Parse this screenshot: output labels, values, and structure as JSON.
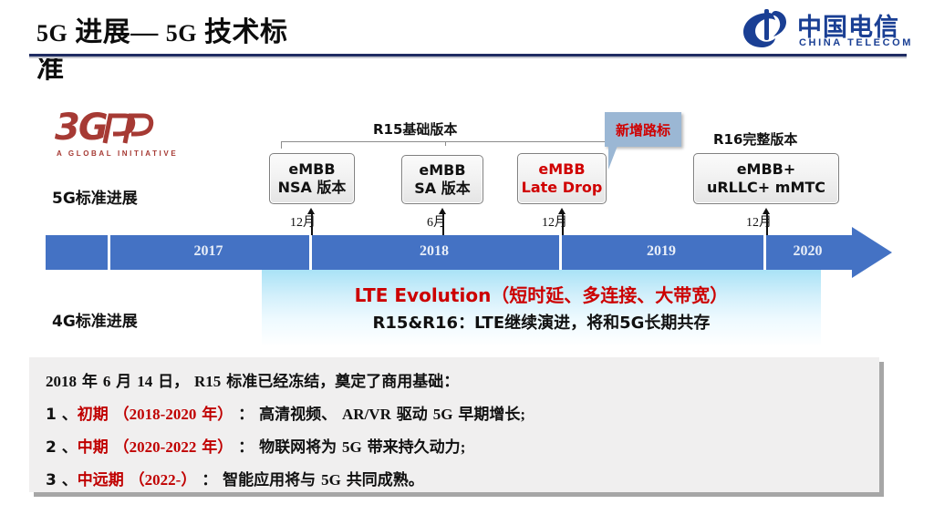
{
  "header": {
    "title_line1_a": "5G",
    "title_line1_b": " 进展— ",
    "title_line1_c": "5G",
    "title_line1_d": " 技术标",
    "title_line2": "准",
    "logo_cn": "中国电信",
    "logo_en": "CHINA TELECOM",
    "rule_color": "#1f2c63"
  },
  "gpp_logo": {
    "mark": "3G",
    "tagline": "A GLOBAL INITIATIVE"
  },
  "labels": {
    "five_g": "5G标准进展",
    "four_g": "4G标准进展"
  },
  "groups": {
    "r15_title": "R15基础版本",
    "r16_title": "R16完整版本"
  },
  "callout": {
    "text": "新增路标",
    "fill": "#9bb7d4",
    "text_color": "#d00000"
  },
  "milestones": [
    {
      "line1": "eMBB",
      "line2": "NSA 版本",
      "month": "12月",
      "highlight": false
    },
    {
      "line1": "eMBB",
      "line2": "SA 版本",
      "month": "6月",
      "highlight": false
    },
    {
      "line1": "eMBB",
      "line2": "Late Drop",
      "month": "12月",
      "highlight": true
    },
    {
      "line1": "eMBB+",
      "line2": "uRLLC+ mMTC",
      "month": "12月",
      "highlight": false
    }
  ],
  "timeline": {
    "bar_color": "#4472c4",
    "years": [
      "2017",
      "2018",
      "2019",
      "2020"
    ]
  },
  "lte": {
    "line1": "LTE Evolution（短时延、多连接、大带宽）",
    "line2": "R15&R16：LTE继续演进，将和5G长期共存",
    "line1_color": "#cc0000"
  },
  "note": {
    "line0_a": "2018",
    "line0_b": " 年 ",
    "line0_c": "6",
    "line0_d": " 月 ",
    "line0_e": "14",
    "line0_f": " 日，  ",
    "line0_g": "R15",
    "line0_h": " 标准已经冻结，奠定了商用基础：",
    "line1_num": "1 、",
    "line1_key": "初期 （",
    "line1_years": "2018-2020",
    "line1_key2": " 年）",
    "line1_rest_a": " ： 高清视频、  ",
    "line1_rest_b": "AR/VR",
    "line1_rest_c": " 驱动 ",
    "line1_rest_d": "5G",
    "line1_rest_e": " 早期增长",
    "line1_rest_f": ";",
    "line2_num": "2 、",
    "line2_key": "中期 （",
    "line2_years": "2020-2022",
    "line2_key2": " 年）",
    "line2_rest_a": " ： 物联网将为 ",
    "line2_rest_b": "5G",
    "line2_rest_c": " 带来持久动力",
    "line2_rest_d": ";",
    "line3_num": "3 、",
    "line3_key": "中远期 （",
    "line3_years": "2022-",
    "line3_key2": "）",
    "line3_rest_a": " ： 智能应用将与 ",
    "line3_rest_b": "5G",
    "line3_rest_c": " 共同成熟。"
  }
}
